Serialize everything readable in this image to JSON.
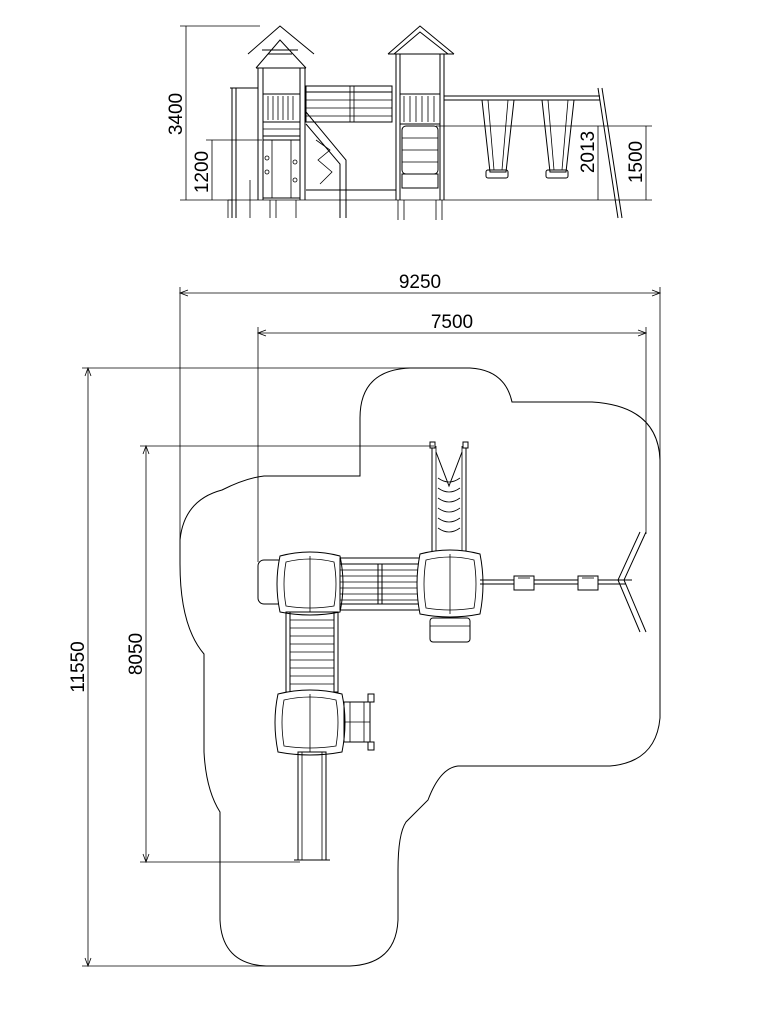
{
  "elevation_dims": {
    "total_height": "3400",
    "platform_height": "1200",
    "swing_beam_height": "2013",
    "swing_height": "1500"
  },
  "plan_dims": {
    "overall_width": "9250",
    "structure_width": "7500",
    "overall_depth": "11550",
    "structure_depth": "8050"
  },
  "colors": {
    "line": "#000000",
    "background": "#ffffff"
  }
}
